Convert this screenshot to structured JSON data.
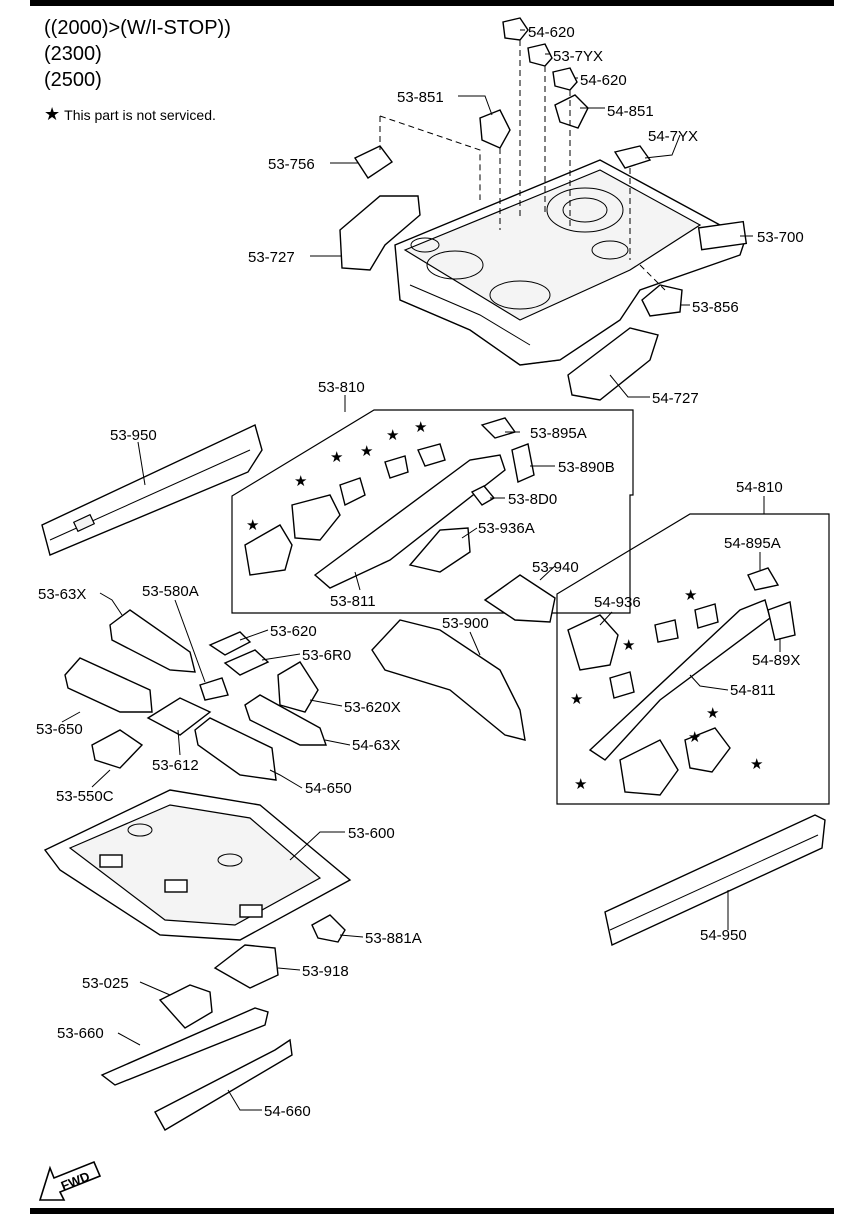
{
  "header": {
    "line1": "((2000)>(W/I-STOP))",
    "line2": "(2300)",
    "line3": "(2500)",
    "note": "This part is not serviced."
  },
  "fwd_label": "FWD",
  "labels": {
    "l54_620_top": "54-620",
    "l53_7yx": "53-7YX",
    "l54_620_mid": "54-620",
    "l53_851": "53-851",
    "l54_851": "54-851",
    "l54_7yx": "54-7YX",
    "l53_756": "53-756",
    "l53_727": "53-727",
    "l53_700": "53-700",
    "l53_856": "53-856",
    "l54_727": "54-727",
    "l53_810": "53-810",
    "l53_950": "53-950",
    "l53_895a": "53-895A",
    "l53_890b": "53-890B",
    "l53_8d0": "53-8D0",
    "l53_936a": "53-936A",
    "l53_811": "53-811",
    "l53_940": "53-940",
    "l54_810": "54-810",
    "l54_895a": "54-895A",
    "l54_936": "54-936",
    "l54_89x": "54-89X",
    "l54_811": "54-811",
    "l53_63x": "53-63X",
    "l53_580a": "53-580A",
    "l53_620": "53-620",
    "l53_6r0": "53-6R0",
    "l53_900": "53-900",
    "l53_620x": "53-620X",
    "l53_650": "53-650",
    "l53_612": "53-612",
    "l54_63x": "54-63X",
    "l53_550c": "53-550C",
    "l54_650": "54-650",
    "l53_600": "53-600",
    "l53_881a": "53-881A",
    "l53_918": "53-918",
    "l53_025": "53-025",
    "l53_660": "53-660",
    "l54_950": "54-950",
    "l54_660": "54-660"
  }
}
